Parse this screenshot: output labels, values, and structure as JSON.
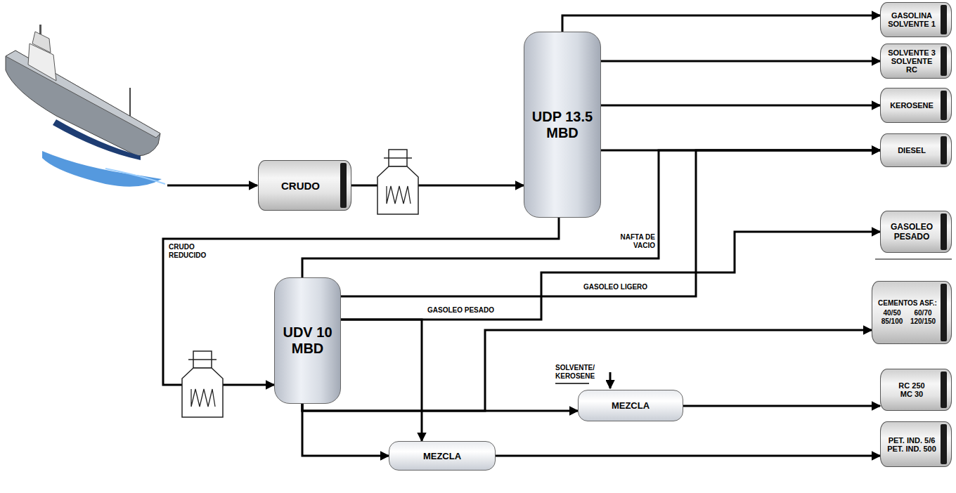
{
  "diagram": {
    "nodes": [
      {
        "text": [
          "CRUDO"
        ]
      },
      {
        "text": [
          "UDP 13.5 MBD"
        ]
      },
      {
        "text": [
          "GASOLINA SOLVENTE 1"
        ]
      },
      {
        "text": [
          "SOLVENTE 3 SOLVENTE RC"
        ]
      },
      {
        "text": [
          "KEROSENE"
        ]
      },
      {
        "text": [
          "DIESEL"
        ]
      },
      {
        "text": [
          "GASOLEO PESADO"
        ]
      },
      {
        "text": [
          "UDV 10 MBD"
        ]
      },
      {
        "text": [
          "CEMENTOS ASF.:",
          "40/50",
          "60/70",
          "85/100",
          "120/150"
        ]
      },
      {
        "text": [
          "MEZCLA"
        ]
      },
      {
        "text": [
          "RC 250 MC 30"
        ]
      },
      {
        "text": [
          "MEZCLA"
        ]
      },
      {
        "text": [
          "PET. IND. 5/6 PET. IND. 500"
        ]
      }
    ],
    "edges": [
      {
        "from": 0,
        "to": 1,
        "arrow": "to"
      },
      {
        "from": 1,
        "to": 2,
        "arrow": "to"
      },
      {
        "from": 1,
        "to": 3,
        "arrow": "to"
      },
      {
        "from": 1,
        "to": 4,
        "arrow": "to"
      },
      {
        "from": 1,
        "to": 5,
        "arrow": "to"
      },
      {
        "from": 1,
        "to": 7,
        "arrow": "to",
        "label": "CRUDO REDUCIDO"
      },
      {
        "from": 7,
        "to": 5,
        "arrow": "to",
        "label": "NAFTA DE VACIO"
      },
      {
        "from": 7,
        "to": 5,
        "arrow": "to",
        "label": "GASOLEO LIGERO"
      },
      {
        "from": 7,
        "to": 6,
        "arrow": "to"
      },
      {
        "from": 7,
        "to": 11,
        "arrow": "to",
        "label": "GASOLEO PESADO"
      },
      {
        "from": 7,
        "to": 8,
        "arrow": "to"
      },
      {
        "from": 7,
        "to": 9,
        "arrow": "to"
      },
      {
        "from": 7,
        "to": 11,
        "arrow": "to"
      },
      {
        "from": 9,
        "to": 10,
        "arrow": "to"
      },
      {
        "from": 11,
        "to": 12,
        "arrow": "to"
      }
    ],
    "labels": [
      "SOLVENTE/ KEROSENE"
    ]
  }
}
